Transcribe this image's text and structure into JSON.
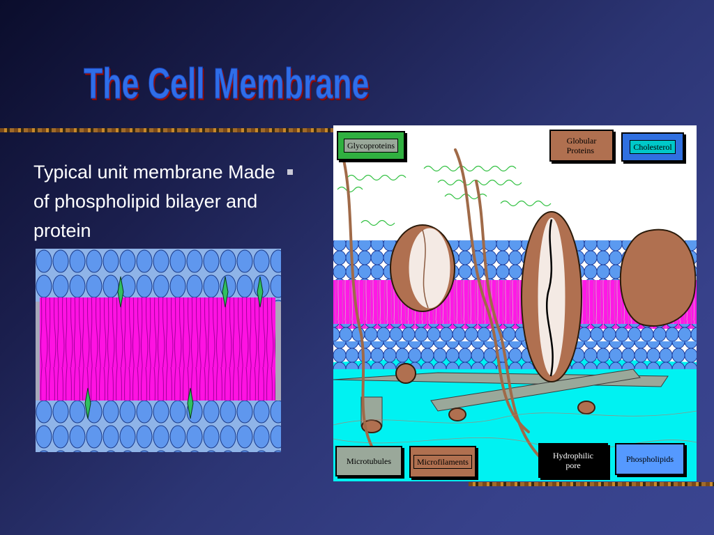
{
  "slide": {
    "title": "The Cell Membrane",
    "bullet": "Typical unit membrane Made of phospholipid bilayer and protein"
  },
  "diagram_labels": {
    "glycoproteins": "Glycoproteins",
    "globular_proteins": "Globular\nProteins",
    "cholesterol": "Cholesterol",
    "microtubules": "Microtubules",
    "microfilaments": "Microfilaments",
    "hydrophilic_pore": "Hydrophilic\npore",
    "phospholipids": "Phospholipids"
  },
  "colors": {
    "title": "#2f6ee8",
    "title_shadow": "#9a1010",
    "phospholipid_head": "#5b9af0",
    "lipid_tail": "#ff10e0",
    "protein": "#b07050",
    "cytoplasm": "#00f0f0",
    "glycoprotein_box": "#30b040",
    "cholesterol_box": "#5599ff",
    "microtubule_box": "#9aa89a"
  }
}
